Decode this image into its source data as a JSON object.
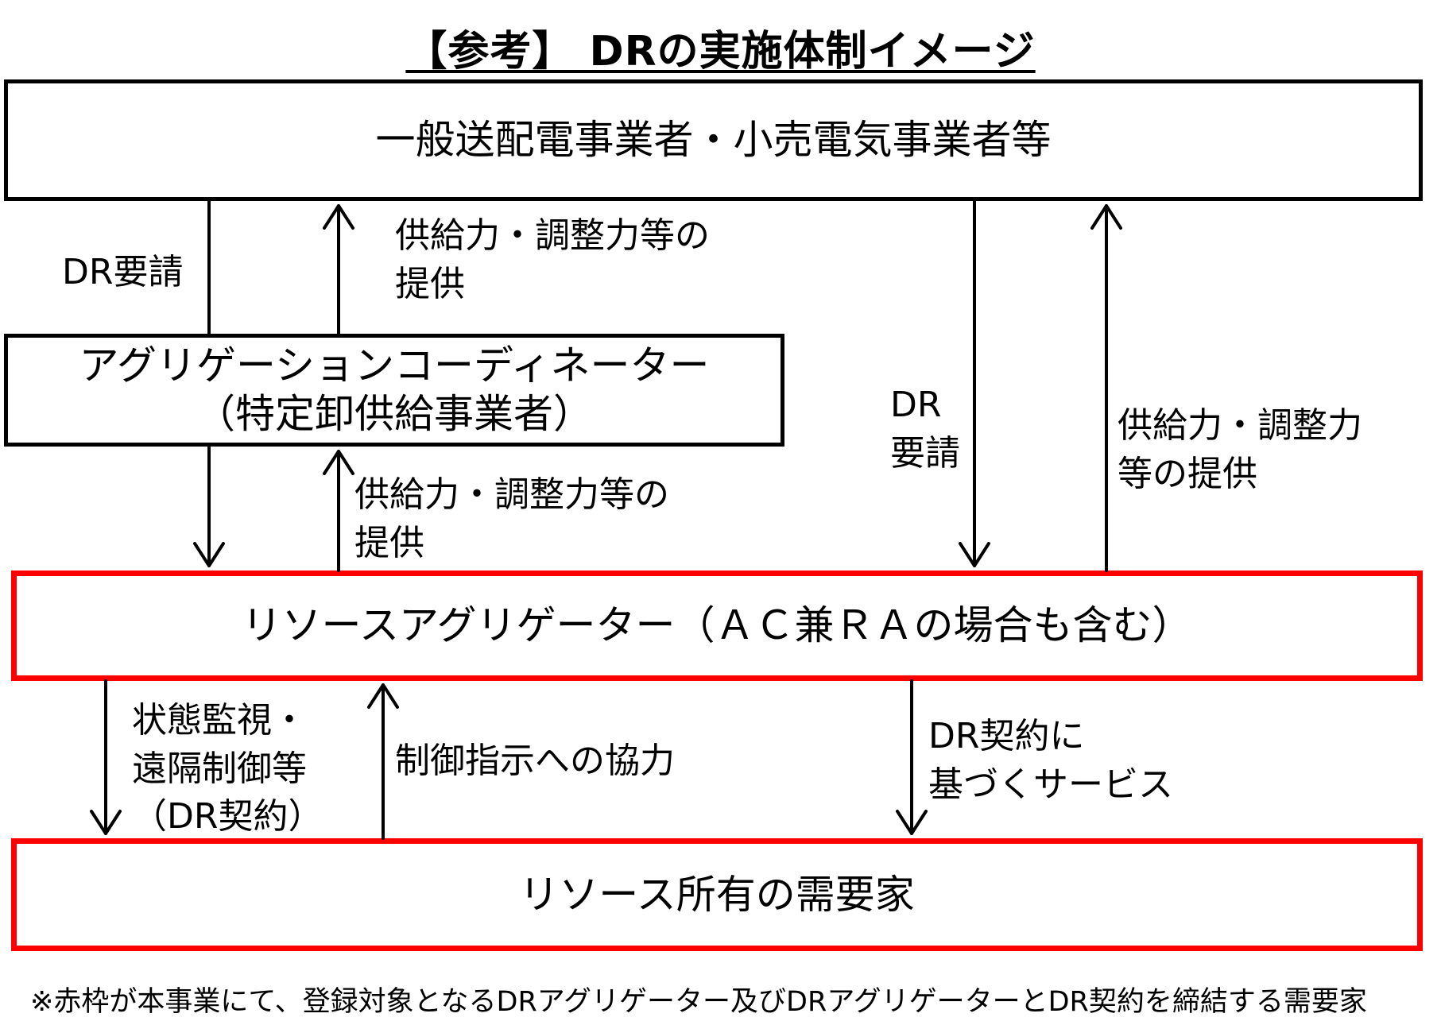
{
  "title": "【参考】 DRの実施体制イメージ",
  "boxes": {
    "top": "一般送配電事業者・小売電気事業者等",
    "ac_line1": "アグリゲーションコーディネーター",
    "ac_line2": "（特定卸供給事業者）",
    "ra": "リソースアグリゲーター（ＡＣ兼ＲＡの場合も含む）",
    "consumer": "リソース所有の需要家"
  },
  "labels": {
    "dr_request_left": "DR要請",
    "supply_top_line1": "供給力・調整力等の",
    "supply_top_line2": "提供",
    "dr_request_right_line1": "DR",
    "dr_request_right_line2": "要請",
    "supply_right_line1": "供給力・調整力",
    "supply_right_line2": "等の提供",
    "supply_mid_line1": "供給力・調整力等の",
    "supply_mid_line2": "提供",
    "monitor_line1": "状態監視・",
    "monitor_line2": "遠隔制御等",
    "monitor_line3": "（DR契約）",
    "cooperation": "制御指示への協力",
    "dr_service_line1": "DR契約に",
    "dr_service_line2": "基づくサービス"
  },
  "footnote": "※赤枠が本事業にて、登録対象となるDRアグリゲーター及びDRアグリゲーターとDR契約を締結する需要家",
  "colors": {
    "red_frame": "#ff0000",
    "black_frame": "#000000"
  }
}
